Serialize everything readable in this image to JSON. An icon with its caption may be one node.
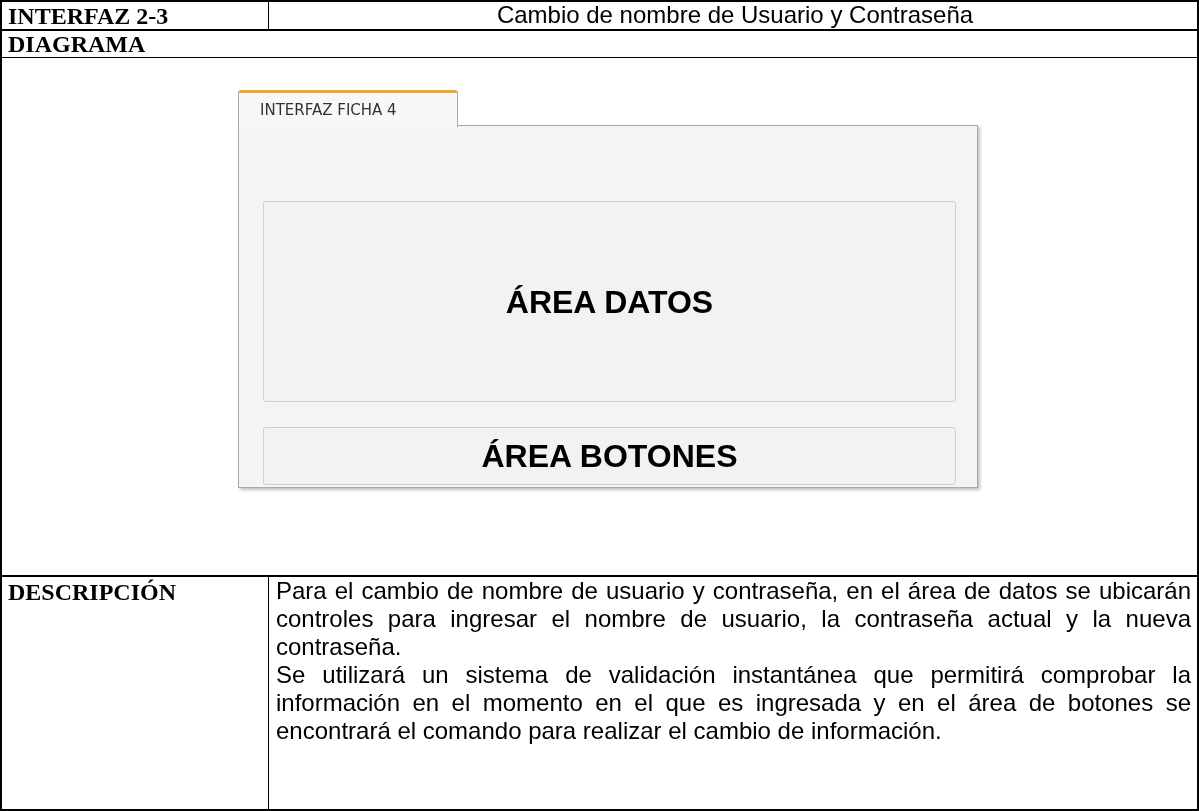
{
  "diagram": {
    "nodes": [
      {
        "text": [
          "INTERFAZ FICHA 4"
        ]
      },
      {
        "text": [
          "ÁREA DATOS"
        ],
        "in": 0
      },
      {
        "text": [
          "ÁREA BOTONES"
        ],
        "in": 0
      }
    ],
    "labels": [
      "INTERFAZ 2-3",
      "Cambio de nombre de Usuario y Contraseña",
      "DIAGRAMA",
      "DESCRIPCIÓN",
      "Para el cambio de nombre de usuario y contraseña, en el área de datos se ubicarán controles para ingresar el nombre de usuario, la contraseña actual y la nueva contraseña.",
      "Se utilizará un sistema de validación instantánea que permitirá comprobar la información en el momento en el que es ingresada y en el área de botones se encontrará el comando para realizar el cambio de información."
    ]
  }
}
